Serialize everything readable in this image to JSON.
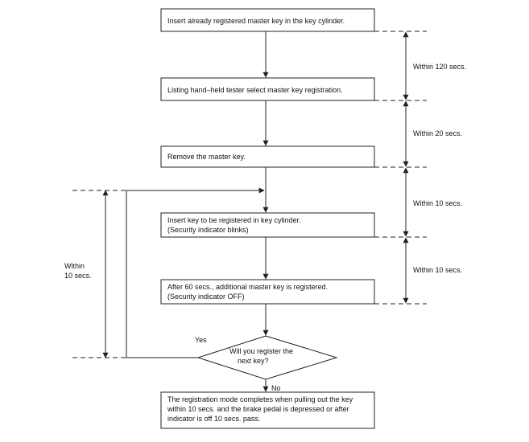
{
  "steps": {
    "step1": "Insert already registered master key in the key cylinder.",
    "step2": "Listing hand–held tester select master key registration.",
    "step3": "Remove the master key.",
    "step4": {
      "line1": "Insert key to be registered in key cylinder.",
      "line2": "(Security indicator blinks)"
    },
    "step5": {
      "line1": "After 60 secs., additional master key is registered.",
      "line2": "(Security indicator OFF)"
    },
    "decision": {
      "line1": "Will you register the",
      "line2": "next key?"
    },
    "final": {
      "line1": "The registration mode completes when pulling out the key",
      "line2": "within 10 secs. and the brake pedal is depressed or after",
      "line3": "indicator is off 10 secs. pass."
    }
  },
  "branches": {
    "yes": "Yes",
    "no": "No"
  },
  "timings": {
    "t1": "Within 120 secs.",
    "t2": "Within 20 secs.",
    "t3": "Within 10 secs.",
    "t4": "Within 10 secs.",
    "left_line1": "Within",
    "left_line2": "10 secs."
  }
}
